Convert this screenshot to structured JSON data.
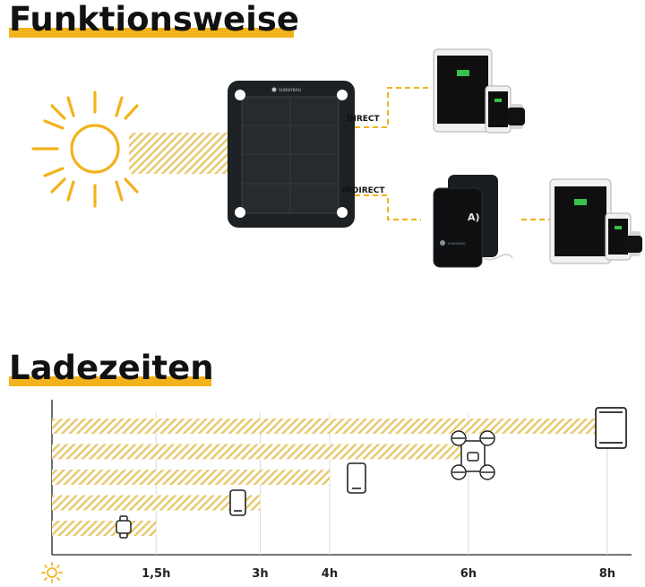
{
  "section1": {
    "title": "Funktionsweise"
  },
  "panel": {
    "brand": "SUNNYBAG"
  },
  "powerbank": {
    "brand": "SUNNYBAG",
    "symbol": "A)"
  },
  "routes": {
    "direct_label": "DIRECT",
    "indirect_label": "INDIRECT"
  },
  "icons": [
    "sun-icon",
    "solar-panel",
    "tablet-icon",
    "phone-icon",
    "watch-icon",
    "powerbank-icon",
    "drone-icon"
  ],
  "colors": {
    "accent": "#f2b21b",
    "hatch": "#e8c86a",
    "panel": "#1d2124",
    "text": "#111111"
  },
  "section2": {
    "title": "Ladezeiten"
  },
  "chart_data": {
    "type": "bar",
    "orientation": "horizontal",
    "title": "Ladezeiten",
    "categories": [
      "watch",
      "smartphone",
      "smartphone (large)",
      "drone",
      "tablet"
    ],
    "values": [
      1.5,
      3,
      4,
      6,
      8
    ],
    "unit": "h",
    "xlim": [
      0,
      8.35
    ],
    "x_ticks": [
      "1,5h",
      "3h",
      "4h",
      "6h",
      "8h"
    ],
    "x_tick_values": [
      1.5,
      3,
      4,
      6,
      8
    ],
    "grid": "vertical",
    "legend": "none",
    "x_axis_icon": "sun-icon"
  }
}
